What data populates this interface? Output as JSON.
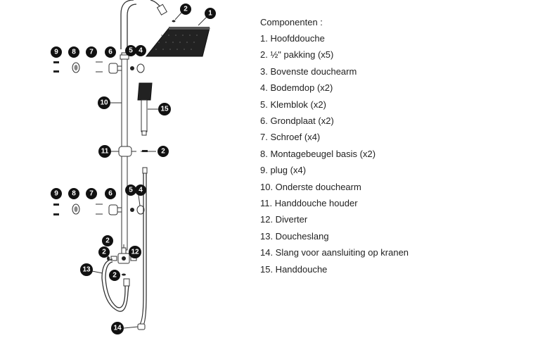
{
  "legend": {
    "title": "Componenten :",
    "items": [
      "1. Hoofddouche",
      "2. ½\" pakking (x5)",
      "3. Bovenste douchearm",
      "4. Bodemdop (x2)",
      "5. Klemblok (x2)",
      "6. Grondplaat (x2)",
      "7. Schroef (x4)",
      "8. Montagebeugel basis (x2)",
      "9. plug (x4)",
      "10. Onderste douchearm",
      "11. Handdouche houder",
      "12. Diverter",
      "13. Doucheslang",
      "14. Slang voor aansluiting op kranen",
      "15. Handdouche"
    ]
  },
  "diagram": {
    "badges": {
      "b1": "1",
      "b2_top": "2",
      "b2_mid": "2",
      "b2_a": "2",
      "b2_b": "2",
      "b2_c": "2",
      "b4_top": "4",
      "b5_top": "5",
      "b6_top": "6",
      "b7_top": "7",
      "b8_top": "8",
      "b9_top": "9",
      "b4_bot": "4",
      "b5_bot": "5",
      "b6_bot": "6",
      "b7_bot": "7",
      "b8_bot": "8",
      "b9_bot": "9",
      "b10": "10",
      "b11": "11",
      "b12": "12",
      "b13": "13",
      "b14": "14",
      "b15": "15"
    }
  }
}
